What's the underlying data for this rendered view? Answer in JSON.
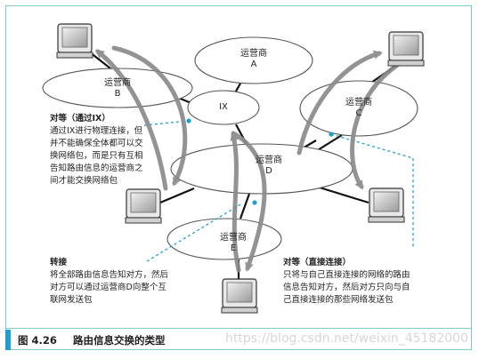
{
  "nodes": {
    "carrier_a": {
      "label": "运营商",
      "letter": "A"
    },
    "carrier_b": {
      "label": "运营商",
      "letter": "B"
    },
    "carrier_c": {
      "label": "运营商",
      "letter": "C"
    },
    "carrier_d": {
      "label": "运营商",
      "letter": "D"
    },
    "carrier_e": {
      "label": "运营商",
      "letter": "E"
    },
    "ix": {
      "label": "IX"
    }
  },
  "annotations": {
    "peering_ix": {
      "title": "对等（通过IX）",
      "lines": [
        "通过IX进行物理连接，但",
        "并不能确保全体都可以交",
        "换网络包，而是只有互相",
        "告知路由信息的运营商之",
        "间才能交换网络包"
      ]
    },
    "transit": {
      "title": "转接",
      "lines": [
        "将全部路由信息告知对方，然后",
        "对方可以通过运营商D向整个互",
        "联网发送包"
      ]
    },
    "peering_direct": {
      "title": "对等（直接连接）",
      "lines": [
        "只将与自己直接连接的网络的路由",
        "信息告知对方，然后对方只向与自",
        "己直接连接的那些网络发送包"
      ]
    }
  },
  "caption": {
    "number": "图 4.26",
    "title": "路由信息交换的类型"
  },
  "watermark": "https://blog.csdn.net/weixin_45182000",
  "colors": {
    "accent": "#1f9fc9",
    "ellipse_stroke": "#555555",
    "arrow": "#8a8a8a",
    "line": "#111111"
  }
}
